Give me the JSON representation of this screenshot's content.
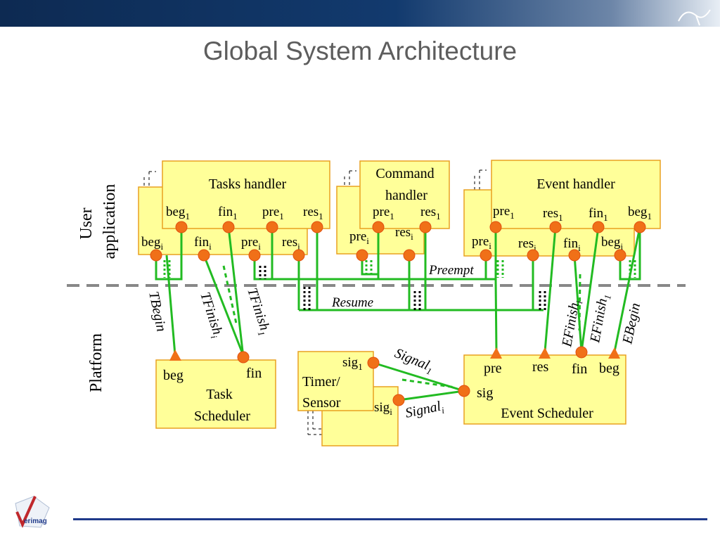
{
  "title": "Global System Architecture",
  "colors": {
    "box_fill": "#ffff99",
    "box_stroke": "#e8a020",
    "wire": "#22bb22",
    "port": "#f07018",
    "divider": "#888888",
    "header": "#0d2a52"
  },
  "layers": {
    "user": "User application",
    "user_l1": "User",
    "user_l2": "application",
    "platform": "Platform"
  },
  "tasks_handler": {
    "title": "Tasks handler",
    "top_ports": {
      "beg": "beg",
      "fin": "fin",
      "pre": "pre",
      "res": "res",
      "sub": "1"
    },
    "back_ports": {
      "beg": "beg",
      "fin": "fin",
      "pre": "pre",
      "res": "res",
      "sub": "i"
    }
  },
  "command_handler": {
    "title_l1": "Command",
    "title_l2": "handler",
    "top_ports": {
      "pre": "pre",
      "res": "res",
      "sub": "1"
    },
    "back_ports": {
      "pre": "pre",
      "res": "res",
      "sub": "i"
    }
  },
  "event_handler": {
    "title": "Event handler",
    "top_ports": {
      "pre": "pre",
      "res": "res",
      "fin": "fin",
      "beg": "beg",
      "sub": "1"
    },
    "back_ports": {
      "pre": "pre",
      "res": "res",
      "fin": "fin",
      "beg": "beg",
      "sub": "i"
    }
  },
  "wire_labels": {
    "preempt": "Preempt",
    "resume": "Resume",
    "tbegin": "TBegin",
    "tfinish_i": "TFinish",
    "tfinish_1": "TFinish",
    "efinish_i": "EFinish",
    "efinish_1": "EFinish",
    "ebegin": "EBegin",
    "signal_1": "Signal",
    "signal_i": "Signal",
    "sub_1": "1",
    "sub_i": "i"
  },
  "task_scheduler": {
    "beg": "beg",
    "fin": "fin",
    "title_l1": "Task",
    "title_l2": "Scheduler"
  },
  "timer_sensor": {
    "sig": "sig",
    "sub_1": "1",
    "sub_i": "i",
    "title_l1": "Timer/",
    "title_l2": "Sensor"
  },
  "event_scheduler": {
    "pre": "pre",
    "res": "res",
    "fin": "fin",
    "beg": "beg",
    "sig": "sig",
    "title": "Event Scheduler"
  },
  "logo": {
    "name": "verimag-logo",
    "text": "erimag"
  }
}
